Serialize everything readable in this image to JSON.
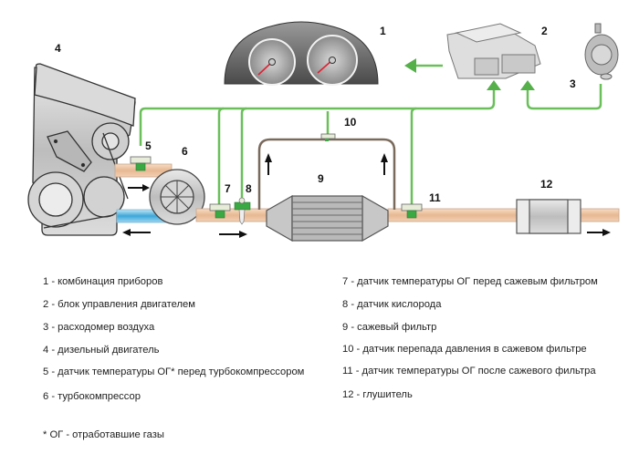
{
  "diagram": {
    "callouts": {
      "c1": "1",
      "c2": "2",
      "c3": "3",
      "c4": "4",
      "c5": "5",
      "c6": "6",
      "c7": "7",
      "c8": "8",
      "c9": "9",
      "c10": "10",
      "c11": "11",
      "c12": "12"
    },
    "colors": {
      "signal_wire": "#6abf5a",
      "signal_arrow": "#55b04a",
      "exhaust_pipe": "#efc9a6",
      "intake_pipe": "#4fb3de",
      "sensor_body": "#3aa843",
      "sensor_cap": "#e6ecd8",
      "pressure_line": "#7a6a5c",
      "metal": "#c8c8c8",
      "flow_arrow": "#111111"
    }
  },
  "legend": {
    "left": [
      "1 - комбинация приборов",
      "2 - блок управления двигателем",
      "3 - расходомер воздуха",
      "4 - дизельный двигатель",
      "5 - датчик температуры ОГ* перед турбокомпрессором",
      "6 - турбокомпрессор"
    ],
    "right": [
      "7 - датчик температуры ОГ перед сажевым фильтром",
      "8 - датчик кислорода",
      "9 - сажевый фильтр",
      "10 - датчик перепада давления в сажевом фильтре",
      "11 - датчик температуры ОГ после сажевого фильтра",
      "12 - глушитель"
    ],
    "footnote": "* ОГ - отработавшие газы"
  }
}
